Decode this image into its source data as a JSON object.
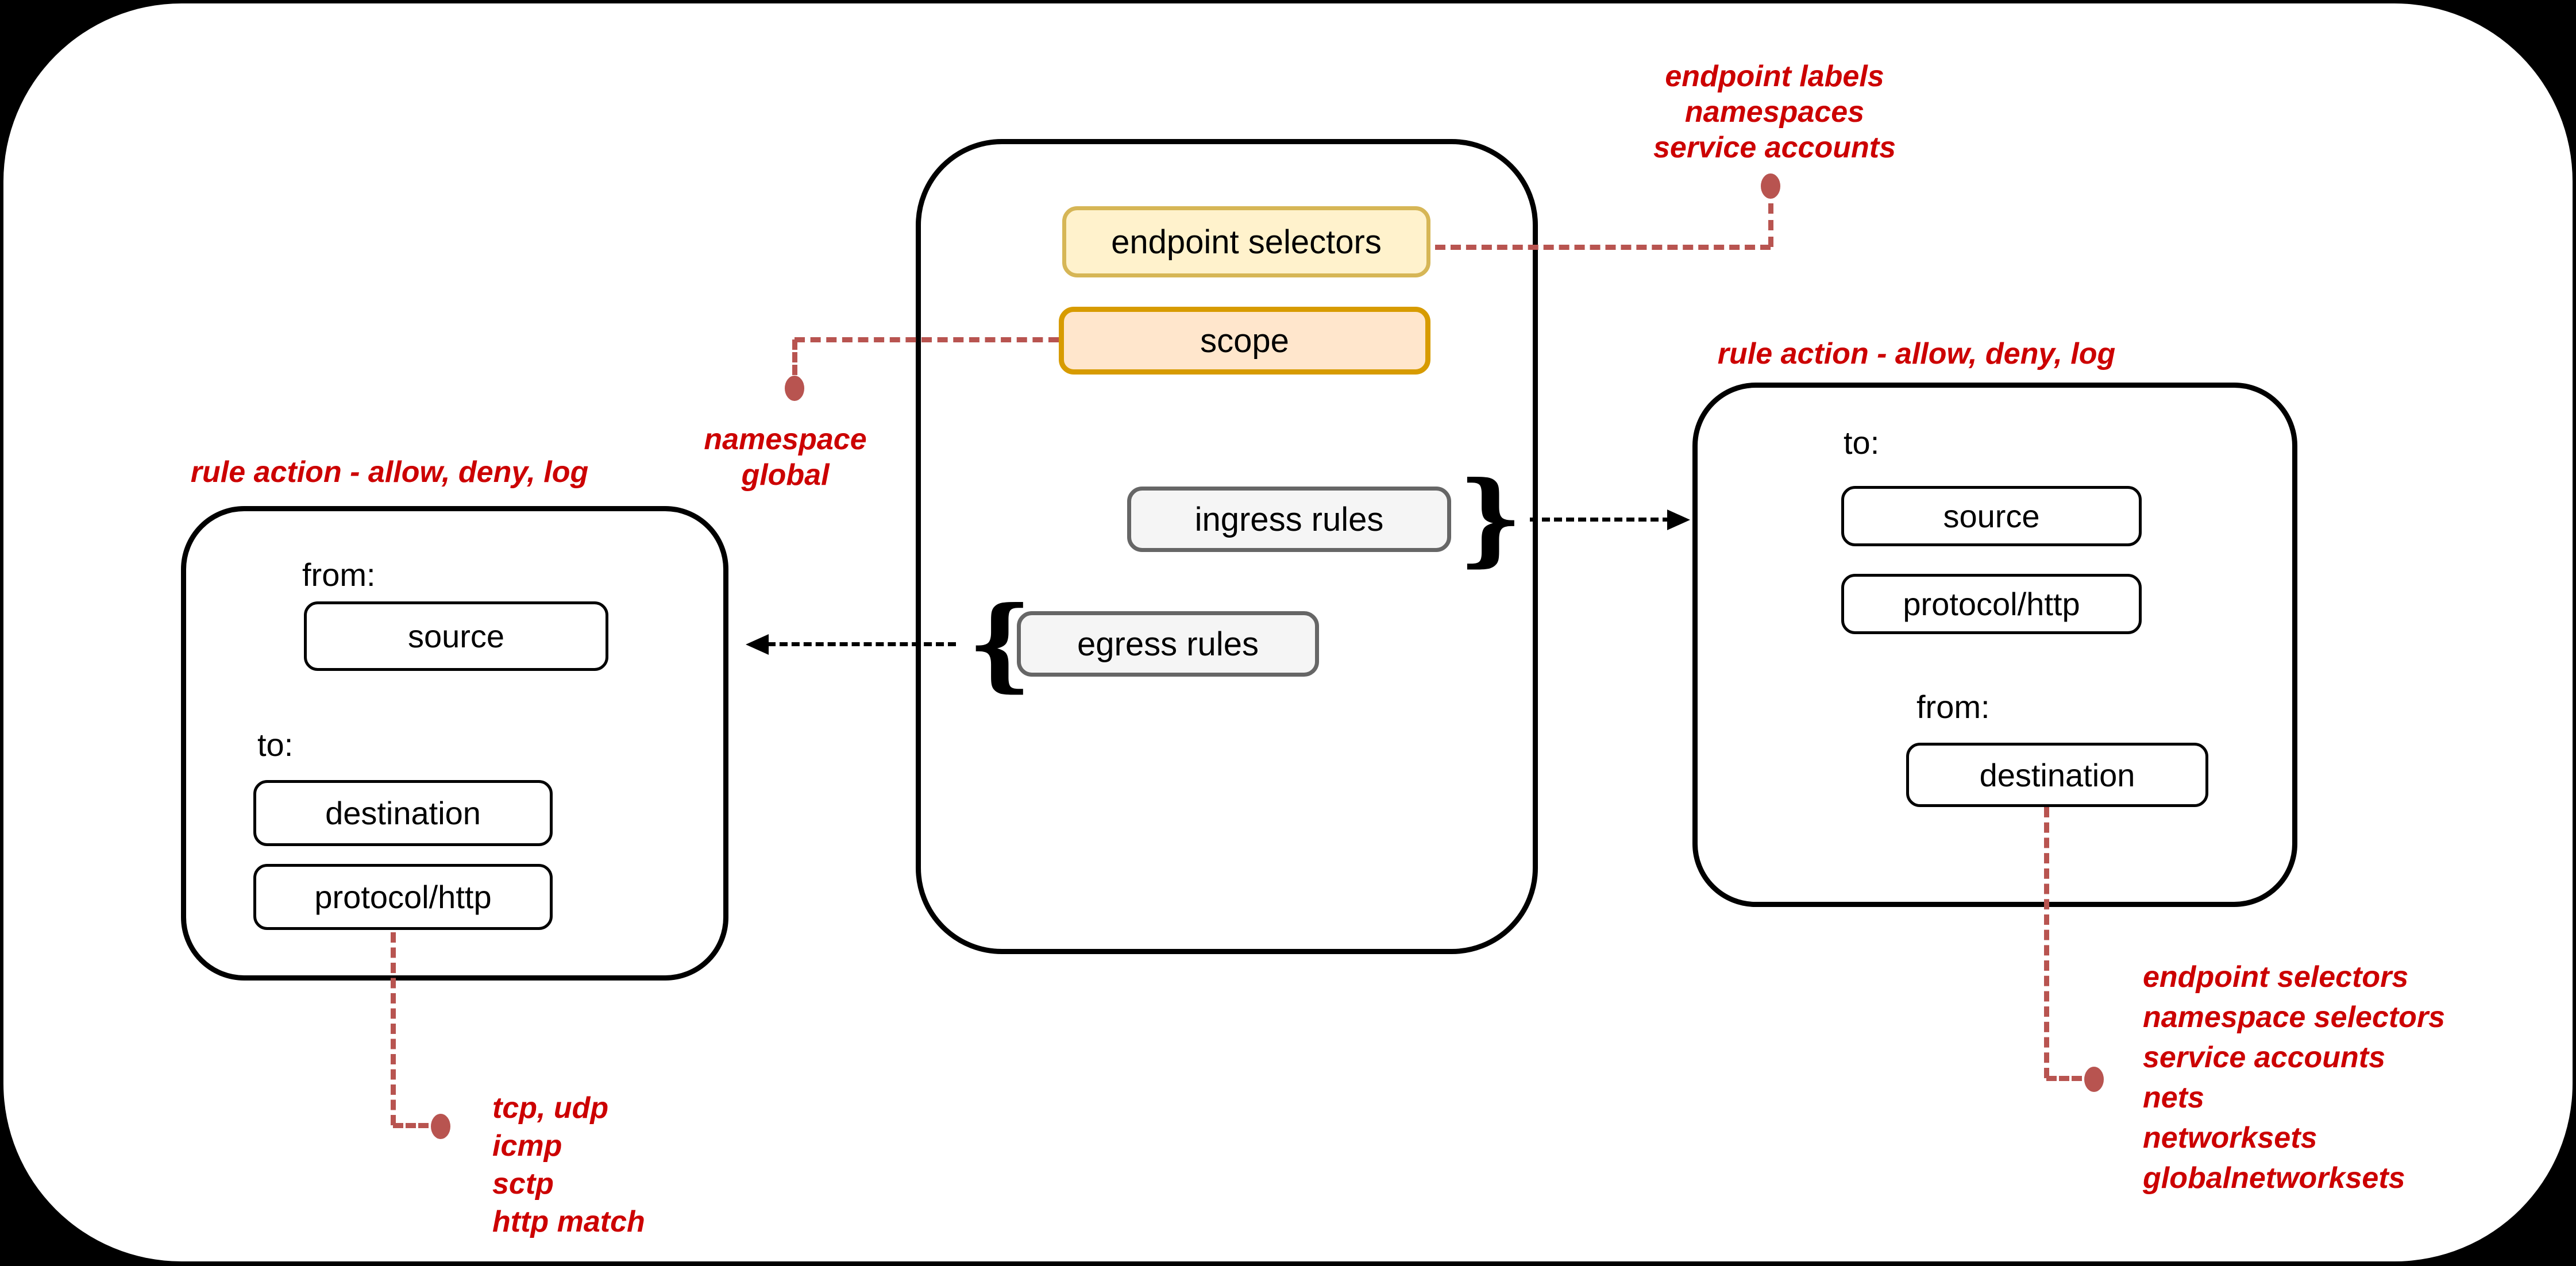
{
  "central_policy": {
    "endpoint_selectors_label": "endpoint selectors",
    "scope_label": "scope",
    "ingress_label": "ingress rules",
    "egress_label": "egress rules"
  },
  "left_rule_box": {
    "title": "rule action - allow, deny, log",
    "from_label": "from:",
    "source_label": "source",
    "to_label": "to:",
    "destination_label": "destination",
    "protocol_label": "protocol/http"
  },
  "right_rule_box": {
    "title": "rule action - allow, deny, log",
    "to_label": "to:",
    "source_label": "source",
    "protocol_label": "protocol/http",
    "from_label": "from:",
    "destination_label": "destination"
  },
  "annotations": {
    "endpoint_attrs": {
      "lines": [
        "endpoint labels",
        "namespaces",
        "service accounts"
      ]
    },
    "scope_values": {
      "lines": [
        "namespace",
        "global"
      ]
    },
    "protocols": {
      "lines": [
        "tcp, udp",
        "icmp",
        "sctp",
        "http match"
      ]
    },
    "destination_values": {
      "lines": [
        "endpoint selectors",
        "namespace selectors",
        "service accounts",
        "nets",
        "networksets",
        "globalnetworksets"
      ]
    }
  },
  "glyphs": {
    "brace_open": "{",
    "brace_close": "}"
  },
  "colors": {
    "annotation_red": "#cc0000",
    "connector_rose": "#b85450",
    "endpoint_selectors_fill": "#fff2cc",
    "endpoint_selectors_border": "#d6b656",
    "scope_fill": "#ffe6cc",
    "scope_border": "#d79b00",
    "rules_fill": "#f5f5f5",
    "rules_border": "#666666",
    "background": "#000000",
    "card": "#ffffff"
  }
}
